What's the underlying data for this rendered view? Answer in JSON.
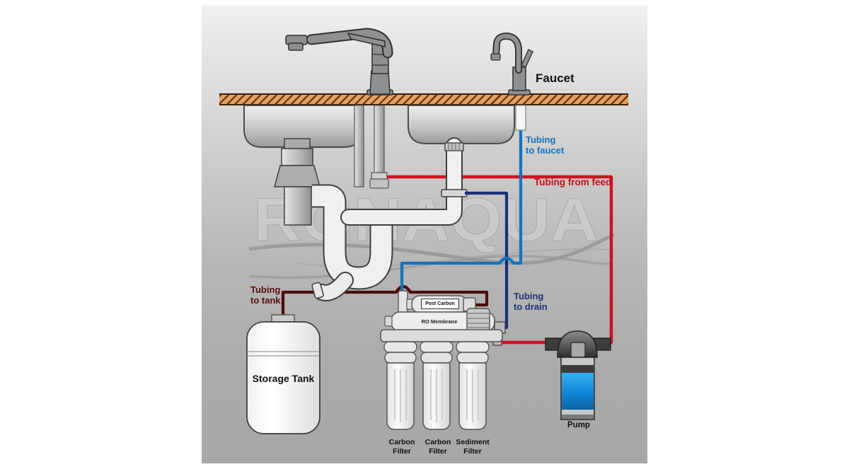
{
  "watermark": "RONAQUA",
  "labels": {
    "faucet": "Faucet",
    "tubing_to_faucet": "Tubing to faucet",
    "tubing_from_feed": "Tubing from feed",
    "tubing_to_tank": "Tubing to tank",
    "tubing_to_drain": "Tubing to drain",
    "storage_tank": "Storage Tank",
    "post_carbon": "Post Carbon",
    "ro_membrane": "RO Membrane",
    "filter_1": "Carbon Filter",
    "filter_2": "Carbon Filter",
    "filter_3": "Sediment Filter",
    "pump": "Pump"
  },
  "colors": {
    "faucet_tubing": "#1273c0",
    "feed_tubing": "#d11021",
    "drain_tubing": "#1b2f7e",
    "tank_tubing": "#4a0d0d",
    "countertop": "#e0a468"
  }
}
